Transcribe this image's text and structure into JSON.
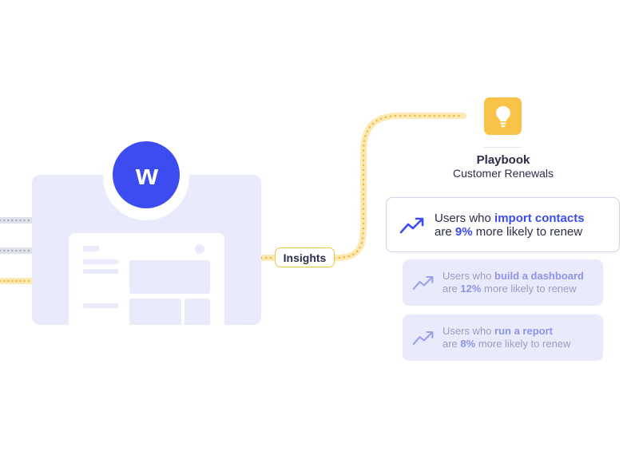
{
  "diagram": {
    "app": {
      "logo_letter": "w"
    },
    "connector_label": "Insights",
    "playbook": {
      "icon": "lightbulb-icon",
      "title": "Playbook",
      "subtitle": "Customer Renewals"
    },
    "insights": [
      {
        "line1_prefix": "Users who ",
        "action": "import contacts",
        "line2_prefix": "are ",
        "percent": "9%",
        "line2_suffix": " more likely to renew",
        "icon": "trend-up-icon"
      },
      {
        "line1_prefix": "Users who ",
        "action": "build a dashboard",
        "line2_prefix": "are ",
        "percent": "12%",
        "line2_suffix": " more likely to renew",
        "icon": "trend-up-icon"
      },
      {
        "line1_prefix": "Users who ",
        "action": "run a report",
        "line2_prefix": "are ",
        "percent": "8%",
        "line2_suffix": " more likely to renew",
        "icon": "trend-up-icon"
      }
    ],
    "colors": {
      "brand_blue": "#3c4cf0",
      "accent_yellow": "#f9c349",
      "panel": "#e9eafb",
      "connector_gray": "#d4d6e4"
    }
  }
}
